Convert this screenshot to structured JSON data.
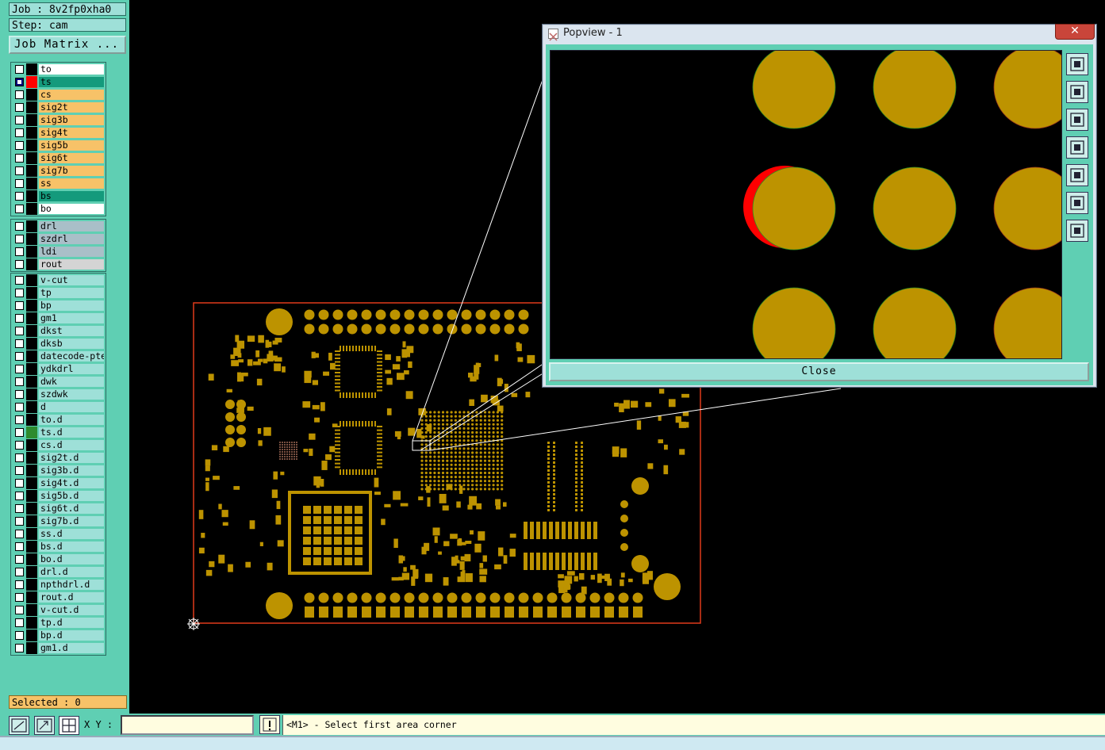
{
  "job_label": "Job : 8v2fp0xha0",
  "step_label": "Step: cam",
  "job_matrix_button": "Job Matrix ...",
  "layer_groups": [
    {
      "layers": [
        {
          "name": "to",
          "bg": "#ffffff",
          "swatch": "#000000",
          "checked": false
        },
        {
          "name": "ts",
          "bg": "#149a7c",
          "swatch": "#ff0000",
          "checked": true
        },
        {
          "name": "cs",
          "bg": "#f7c268",
          "swatch": "#000000",
          "checked": false
        },
        {
          "name": "sig2t",
          "bg": "#f7c268",
          "swatch": "#000000",
          "checked": false
        },
        {
          "name": "sig3b",
          "bg": "#f7c268",
          "swatch": "#000000",
          "checked": false
        },
        {
          "name": "sig4t",
          "bg": "#f7c268",
          "swatch": "#000000",
          "checked": false
        },
        {
          "name": "sig5b",
          "bg": "#f7c268",
          "swatch": "#000000",
          "checked": false
        },
        {
          "name": "sig6t",
          "bg": "#f7c268",
          "swatch": "#000000",
          "checked": false
        },
        {
          "name": "sig7b",
          "bg": "#f7c268",
          "swatch": "#000000",
          "checked": false
        },
        {
          "name": "ss",
          "bg": "#f7c268",
          "swatch": "#000000",
          "checked": false
        },
        {
          "name": "bs",
          "bg": "#149a7c",
          "swatch": "#000000",
          "checked": false
        },
        {
          "name": "bo",
          "bg": "#ffffff",
          "swatch": "#000000",
          "checked": false
        }
      ]
    },
    {
      "layers": [
        {
          "name": "drl",
          "bg": "#a9bfc8",
          "swatch": "#000000",
          "checked": false
        },
        {
          "name": "szdrl",
          "bg": "#a9bfc8",
          "swatch": "#000000",
          "checked": false
        },
        {
          "name": "ldi",
          "bg": "#a9bfc8",
          "swatch": "#000000",
          "checked": false
        },
        {
          "name": "rout",
          "bg": "#d4d4d4",
          "swatch": "#000000",
          "checked": false
        }
      ]
    },
    {
      "layers": [
        {
          "name": "v-cut",
          "bg": "#9ee0d8",
          "swatch": "#000000",
          "checked": false
        },
        {
          "name": "tp",
          "bg": "#9ee0d8",
          "swatch": "#000000",
          "checked": false
        },
        {
          "name": "bp",
          "bg": "#9ee0d8",
          "swatch": "#000000",
          "checked": false
        },
        {
          "name": "gm1",
          "bg": "#9ee0d8",
          "swatch": "#000000",
          "checked": false
        },
        {
          "name": "dkst",
          "bg": "#9ee0d8",
          "swatch": "#000000",
          "checked": false
        },
        {
          "name": "dksb",
          "bg": "#9ee0d8",
          "swatch": "#000000",
          "checked": false
        },
        {
          "name": "datecode-pte",
          "bg": "#9ee0d8",
          "swatch": "#000000",
          "checked": false
        },
        {
          "name": "ydkdrl",
          "bg": "#9ee0d8",
          "swatch": "#000000",
          "checked": false
        },
        {
          "name": "dwk",
          "bg": "#9ee0d8",
          "swatch": "#000000",
          "checked": false
        },
        {
          "name": "szdwk",
          "bg": "#9ee0d8",
          "swatch": "#000000",
          "checked": false
        },
        {
          "name": "d",
          "bg": "#9ee0d8",
          "swatch": "#000000",
          "checked": false
        },
        {
          "name": "to.d",
          "bg": "#9ee0d8",
          "swatch": "#000000",
          "checked": false
        },
        {
          "name": "ts.d",
          "bg": "#9ee0d8",
          "swatch": "#2e8b2e",
          "checked": false
        },
        {
          "name": "cs.d",
          "bg": "#9ee0d8",
          "swatch": "#000000",
          "checked": false
        },
        {
          "name": "sig2t.d",
          "bg": "#9ee0d8",
          "swatch": "#000000",
          "checked": false
        },
        {
          "name": "sig3b.d",
          "bg": "#9ee0d8",
          "swatch": "#000000",
          "checked": false
        },
        {
          "name": "sig4t.d",
          "bg": "#9ee0d8",
          "swatch": "#000000",
          "checked": false
        },
        {
          "name": "sig5b.d",
          "bg": "#9ee0d8",
          "swatch": "#000000",
          "checked": false
        },
        {
          "name": "sig6t.d",
          "bg": "#9ee0d8",
          "swatch": "#000000",
          "checked": false
        },
        {
          "name": "sig7b.d",
          "bg": "#9ee0d8",
          "swatch": "#000000",
          "checked": false
        },
        {
          "name": "ss.d",
          "bg": "#9ee0d8",
          "swatch": "#000000",
          "checked": false
        },
        {
          "name": "bs.d",
          "bg": "#9ee0d8",
          "swatch": "#000000",
          "checked": false
        },
        {
          "name": "bo.d",
          "bg": "#9ee0d8",
          "swatch": "#000000",
          "checked": false
        },
        {
          "name": "drl.d",
          "bg": "#9ee0d8",
          "swatch": "#000000",
          "checked": false
        },
        {
          "name": "npthdrl.d",
          "bg": "#9ee0d8",
          "swatch": "#000000",
          "checked": false
        },
        {
          "name": "rout.d",
          "bg": "#9ee0d8",
          "swatch": "#000000",
          "checked": false
        },
        {
          "name": "v-cut.d",
          "bg": "#9ee0d8",
          "swatch": "#000000",
          "checked": false
        },
        {
          "name": "tp.d",
          "bg": "#9ee0d8",
          "swatch": "#000000",
          "checked": false
        },
        {
          "name": "bp.d",
          "bg": "#9ee0d8",
          "swatch": "#000000",
          "checked": false
        },
        {
          "name": "gm1.d",
          "bg": "#9ee0d8",
          "swatch": "#000000",
          "checked": false
        }
      ]
    }
  ],
  "selected_label": "Selected : 0",
  "xy_label": "X Y :",
  "xy_value": "",
  "status_message": "<M1> - Select first area corner",
  "popview": {
    "title": "Popview - 1",
    "close_label": "Close",
    "close_x": "✕"
  },
  "colors": {
    "pad": "#bd9300",
    "board_outline": "#e03a1a",
    "panel": "#5fcfb3",
    "highlight_red": "#ff0000",
    "highlight_green": "#2f8f1f"
  },
  "toolbar_icons": [
    "zoom-area-icon",
    "zoom-fit-icon",
    "snap-grid-icon"
  ],
  "popview_tool_icons": [
    "zoom-in-icon",
    "pan-up-icon",
    "pan-down-icon",
    "pan-left-icon",
    "pan-right-icon",
    "zoom-out-icon",
    "zoom-fit-icon"
  ]
}
